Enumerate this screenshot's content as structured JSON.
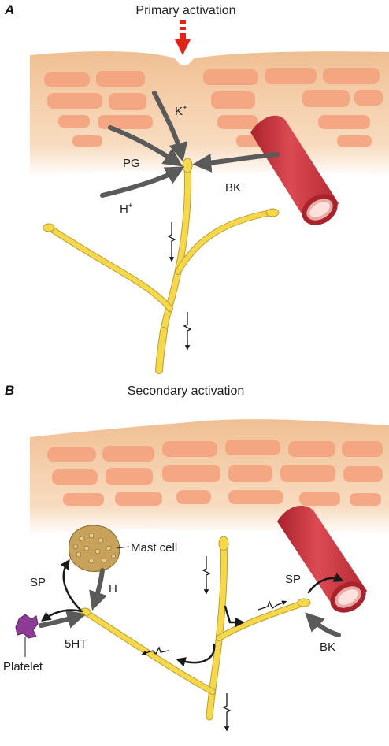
{
  "panel_a": {
    "letter": "A",
    "title": "Primary activation",
    "labels": {
      "k": "K",
      "k_sup": "+",
      "pg": "PG",
      "h": "H",
      "h_sup": "+",
      "bk": "BK"
    }
  },
  "panel_b": {
    "letter": "B",
    "title": "Secondary activation",
    "labels": {
      "mast_cell": "Mast cell",
      "sp_left": "SP",
      "h": "H",
      "platelet": "Platelet",
      "five_ht": "5HT",
      "sp_right": "SP",
      "bk": "BK"
    }
  },
  "colors": {
    "skin": "#f2c49a",
    "cell": "#f6a07e",
    "vessel": "#c8343f",
    "nerve": "#f7d84a",
    "arrow": "#5a5a5a",
    "pain_arrow": "#e2231a",
    "platelet": "#8e3b96",
    "mast": "#c8a15a"
  }
}
